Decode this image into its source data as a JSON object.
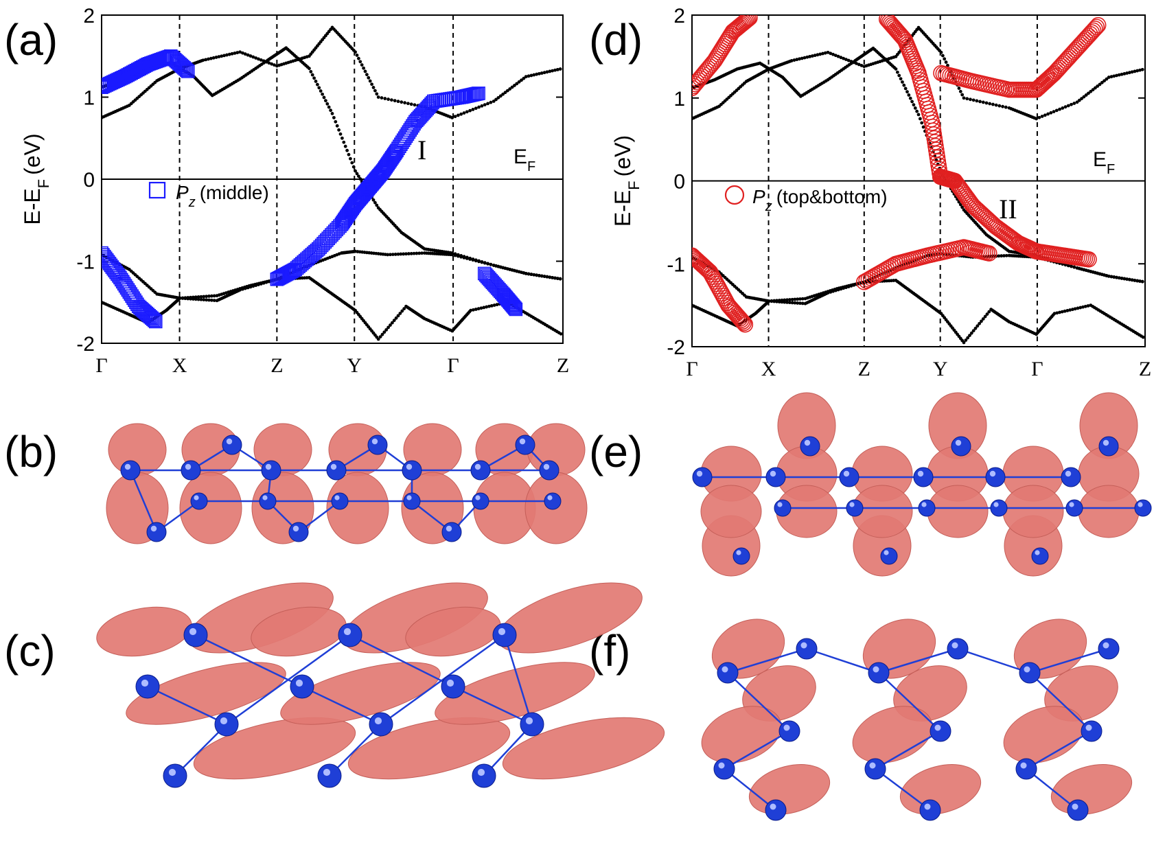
{
  "panels": {
    "a": "(a)",
    "b": "(b)",
    "c": "(c)",
    "d": "(d)",
    "e": "(e)",
    "f": "(f)"
  },
  "colors": {
    "blue": "#1a1aff",
    "red": "#e02020",
    "lobe": "#e27a73",
    "atom": "#1f3fd6"
  },
  "chart_data": [
    {
      "type": "scatter",
      "panel": "a",
      "ylabel_main": "E-E",
      "ylabel_sub": "F",
      "ylabel_unit": "(eV)",
      "ylim": [
        -2,
        2
      ],
      "yticks": [
        "2",
        "1",
        "0",
        "-1",
        "-2"
      ],
      "kpath": [
        "Γ",
        "X",
        "Z",
        "Y",
        "Γ",
        "Z"
      ],
      "kpath_positions": [
        0,
        0.169,
        0.38,
        0.548,
        0.762,
        1.0
      ],
      "fermi_label_main": "E",
      "fermi_label_sub": "F",
      "band_label": "I",
      "legend_symbol": "square",
      "legend_text_italic": "P",
      "legend_text_sub": "z",
      "legend_text": "(middle)",
      "series": [
        {
          "color": "#000000",
          "points": [
            [
              0,
              1.12
            ],
            [
              0.05,
              1.22
            ],
            [
              0.1,
              1.35
            ],
            [
              0.15,
              1.42
            ],
            [
              0.2,
              1.25
            ],
            [
              0.24,
              1.02
            ],
            [
              0.3,
              1.22
            ],
            [
              0.36,
              1.45
            ],
            [
              0.4,
              1.6
            ],
            [
              0.45,
              1.35
            ],
            [
              0.5,
              0.8
            ],
            [
              0.55,
              0.1
            ],
            [
              0.6,
              -0.35
            ],
            [
              0.65,
              -0.65
            ],
            [
              0.7,
              -0.85
            ],
            [
              0.76,
              -0.9
            ],
            [
              0.85,
              -1.05
            ],
            [
              0.92,
              -1.15
            ],
            [
              1.0,
              -1.22
            ]
          ]
        },
        {
          "color": "#000000",
          "points": [
            [
              0,
              0.75
            ],
            [
              0.06,
              0.9
            ],
            [
              0.12,
              1.2
            ],
            [
              0.17,
              1.35
            ],
            [
              0.22,
              1.45
            ],
            [
              0.3,
              1.55
            ],
            [
              0.38,
              1.38
            ],
            [
              0.45,
              1.5
            ],
            [
              0.5,
              1.85
            ],
            [
              0.55,
              1.55
            ],
            [
              0.6,
              1.0
            ],
            [
              0.7,
              0.88
            ],
            [
              0.76,
              0.75
            ],
            [
              0.85,
              0.95
            ],
            [
              0.92,
              1.25
            ],
            [
              1.0,
              1.35
            ]
          ]
        },
        {
          "color": "#000000",
          "points": [
            [
              0,
              -0.92
            ],
            [
              0.06,
              -1.1
            ],
            [
              0.12,
              -1.4
            ],
            [
              0.17,
              -1.45
            ],
            [
              0.25,
              -1.42
            ],
            [
              0.32,
              -1.3
            ],
            [
              0.38,
              -1.22
            ],
            [
              0.45,
              -1.05
            ],
            [
              0.52,
              -0.9
            ],
            [
              0.55,
              -0.88
            ],
            [
              0.62,
              -0.92
            ],
            [
              0.7,
              -0.9
            ],
            [
              0.76,
              -0.92
            ],
            [
              0.85,
              -1.05
            ],
            [
              0.92,
              -1.15
            ],
            [
              1.0,
              -1.22
            ]
          ]
        },
        {
          "color": "#000000",
          "points": [
            [
              0,
              -1.5
            ],
            [
              0.06,
              -1.65
            ],
            [
              0.1,
              -1.75
            ],
            [
              0.14,
              -1.6
            ],
            [
              0.17,
              -1.45
            ],
            [
              0.25,
              -1.48
            ],
            [
              0.3,
              -1.35
            ],
            [
              0.38,
              -1.22
            ],
            [
              0.45,
              -1.2
            ],
            [
              0.5,
              -1.4
            ],
            [
              0.55,
              -1.6
            ],
            [
              0.6,
              -1.95
            ],
            [
              0.66,
              -1.55
            ],
            [
              0.7,
              -1.7
            ],
            [
              0.76,
              -1.85
            ],
            [
              0.8,
              -1.6
            ],
            [
              0.88,
              -1.5
            ],
            [
              0.94,
              -1.7
            ],
            [
              1.0,
              -1.9
            ]
          ]
        },
        {
          "color": "#1a1aff",
          "points": [
            [
              0,
              1.12
            ],
            [
              0.05,
              1.25
            ],
            [
              0.1,
              1.4
            ],
            [
              0.15,
              1.5
            ],
            [
              0.19,
              1.3
            ]
          ]
        },
        {
          "color": "#1a1aff",
          "points": [
            [
              0.38,
              -1.22
            ],
            [
              0.42,
              -1.1
            ],
            [
              0.47,
              -0.85
            ],
            [
              0.52,
              -0.55
            ],
            [
              0.55,
              -0.3
            ],
            [
              0.58,
              -0.1
            ],
            [
              0.61,
              0.1
            ],
            [
              0.64,
              0.35
            ],
            [
              0.68,
              0.7
            ],
            [
              0.72,
              0.95
            ],
            [
              0.78,
              1.0
            ],
            [
              0.82,
              1.05
            ]
          ]
        },
        {
          "color": "#1a1aff",
          "points": [
            [
              0,
              -0.9
            ],
            [
              0.04,
              -1.2
            ],
            [
              0.08,
              -1.55
            ],
            [
              0.12,
              -1.75
            ]
          ]
        },
        {
          "color": "#1a1aff",
          "points": [
            [
              0.83,
              -1.15
            ],
            [
              0.87,
              -1.4
            ],
            [
              0.9,
              -1.6
            ]
          ]
        }
      ]
    },
    {
      "type": "scatter",
      "panel": "d",
      "ylabel_main": "E-E",
      "ylabel_sub": "F",
      "ylabel_unit": "(eV)",
      "ylim": [
        -2,
        2
      ],
      "yticks": [
        "2",
        "1",
        "0",
        "-1",
        "-2"
      ],
      "kpath": [
        "Γ",
        "X",
        "Z",
        "Y",
        "Γ",
        "Z"
      ],
      "kpath_positions": [
        0,
        0.169,
        0.38,
        0.548,
        0.762,
        1.0
      ],
      "fermi_label_main": "E",
      "fermi_label_sub": "F",
      "band_label": "II",
      "legend_symbol": "circle",
      "legend_text_italic": "P",
      "legend_text_sub": "z",
      "legend_text": "(top&bottom)",
      "series": [
        {
          "color": "#000000",
          "points": [
            [
              0,
              1.12
            ],
            [
              0.05,
              1.22
            ],
            [
              0.1,
              1.35
            ],
            [
              0.15,
              1.42
            ],
            [
              0.2,
              1.25
            ],
            [
              0.24,
              1.02
            ],
            [
              0.3,
              1.22
            ],
            [
              0.36,
              1.45
            ],
            [
              0.4,
              1.6
            ],
            [
              0.45,
              1.35
            ],
            [
              0.5,
              0.8
            ],
            [
              0.55,
              0.1
            ],
            [
              0.6,
              -0.35
            ],
            [
              0.65,
              -0.65
            ],
            [
              0.7,
              -0.85
            ],
            [
              0.76,
              -0.9
            ],
            [
              0.85,
              -1.05
            ],
            [
              0.92,
              -1.15
            ],
            [
              1.0,
              -1.22
            ]
          ]
        },
        {
          "color": "#000000",
          "points": [
            [
              0,
              0.75
            ],
            [
              0.06,
              0.9
            ],
            [
              0.12,
              1.2
            ],
            [
              0.17,
              1.35
            ],
            [
              0.22,
              1.45
            ],
            [
              0.3,
              1.55
            ],
            [
              0.38,
              1.38
            ],
            [
              0.45,
              1.5
            ],
            [
              0.5,
              1.85
            ],
            [
              0.55,
              1.55
            ],
            [
              0.6,
              1.0
            ],
            [
              0.7,
              0.88
            ],
            [
              0.76,
              0.75
            ],
            [
              0.85,
              0.95
            ],
            [
              0.92,
              1.25
            ],
            [
              1.0,
              1.35
            ]
          ]
        },
        {
          "color": "#000000",
          "points": [
            [
              0,
              -0.92
            ],
            [
              0.06,
              -1.1
            ],
            [
              0.12,
              -1.4
            ],
            [
              0.17,
              -1.45
            ],
            [
              0.25,
              -1.42
            ],
            [
              0.32,
              -1.3
            ],
            [
              0.38,
              -1.22
            ],
            [
              0.45,
              -1.05
            ],
            [
              0.52,
              -0.9
            ],
            [
              0.55,
              -0.88
            ],
            [
              0.62,
              -0.92
            ],
            [
              0.7,
              -0.9
            ],
            [
              0.76,
              -0.92
            ],
            [
              0.85,
              -1.05
            ],
            [
              0.92,
              -1.15
            ],
            [
              1.0,
              -1.22
            ]
          ]
        },
        {
          "color": "#000000",
          "points": [
            [
              0,
              -1.5
            ],
            [
              0.06,
              -1.65
            ],
            [
              0.1,
              -1.75
            ],
            [
              0.14,
              -1.6
            ],
            [
              0.17,
              -1.45
            ],
            [
              0.25,
              -1.48
            ],
            [
              0.3,
              -1.35
            ],
            [
              0.38,
              -1.22
            ],
            [
              0.45,
              -1.2
            ],
            [
              0.5,
              -1.4
            ],
            [
              0.55,
              -1.6
            ],
            [
              0.6,
              -1.95
            ],
            [
              0.66,
              -1.55
            ],
            [
              0.7,
              -1.7
            ],
            [
              0.76,
              -1.85
            ],
            [
              0.8,
              -1.6
            ],
            [
              0.88,
              -1.5
            ],
            [
              0.94,
              -1.7
            ],
            [
              1.0,
              -1.9
            ]
          ]
        },
        {
          "color": "#e02020",
          "points": [
            [
              0.43,
              1.95
            ],
            [
              0.47,
              1.7
            ],
            [
              0.5,
              1.3
            ],
            [
              0.53,
              0.7
            ],
            [
              0.548,
              0.05
            ],
            [
              0.58,
              0.0
            ],
            [
              0.62,
              -0.3
            ],
            [
              0.67,
              -0.55
            ],
            [
              0.72,
              -0.75
            ],
            [
              0.76,
              -0.85
            ],
            [
              0.82,
              -0.9
            ],
            [
              0.88,
              -0.95
            ]
          ]
        },
        {
          "color": "#e02020",
          "points": [
            [
              0,
              -0.9
            ],
            [
              0.04,
              -1.1
            ],
            [
              0.08,
              -1.5
            ],
            [
              0.12,
              -1.75
            ]
          ]
        },
        {
          "color": "#e02020",
          "points": [
            [
              0.38,
              -1.22
            ],
            [
              0.45,
              -1.0
            ],
            [
              0.52,
              -0.9
            ],
            [
              0.6,
              -0.8
            ],
            [
              0.66,
              -0.88
            ]
          ]
        },
        {
          "color": "#e02020",
          "points": [
            [
              0,
              1.12
            ],
            [
              0.05,
              1.45
            ],
            [
              0.09,
              1.8
            ],
            [
              0.13,
              1.98
            ]
          ]
        },
        {
          "color": "#e02020",
          "points": [
            [
              0.55,
              1.3
            ],
            [
              0.62,
              1.2
            ],
            [
              0.7,
              1.1
            ],
            [
              0.76,
              1.1
            ],
            [
              0.8,
              1.3
            ],
            [
              0.85,
              1.6
            ],
            [
              0.9,
              1.9
            ]
          ]
        }
      ]
    }
  ]
}
